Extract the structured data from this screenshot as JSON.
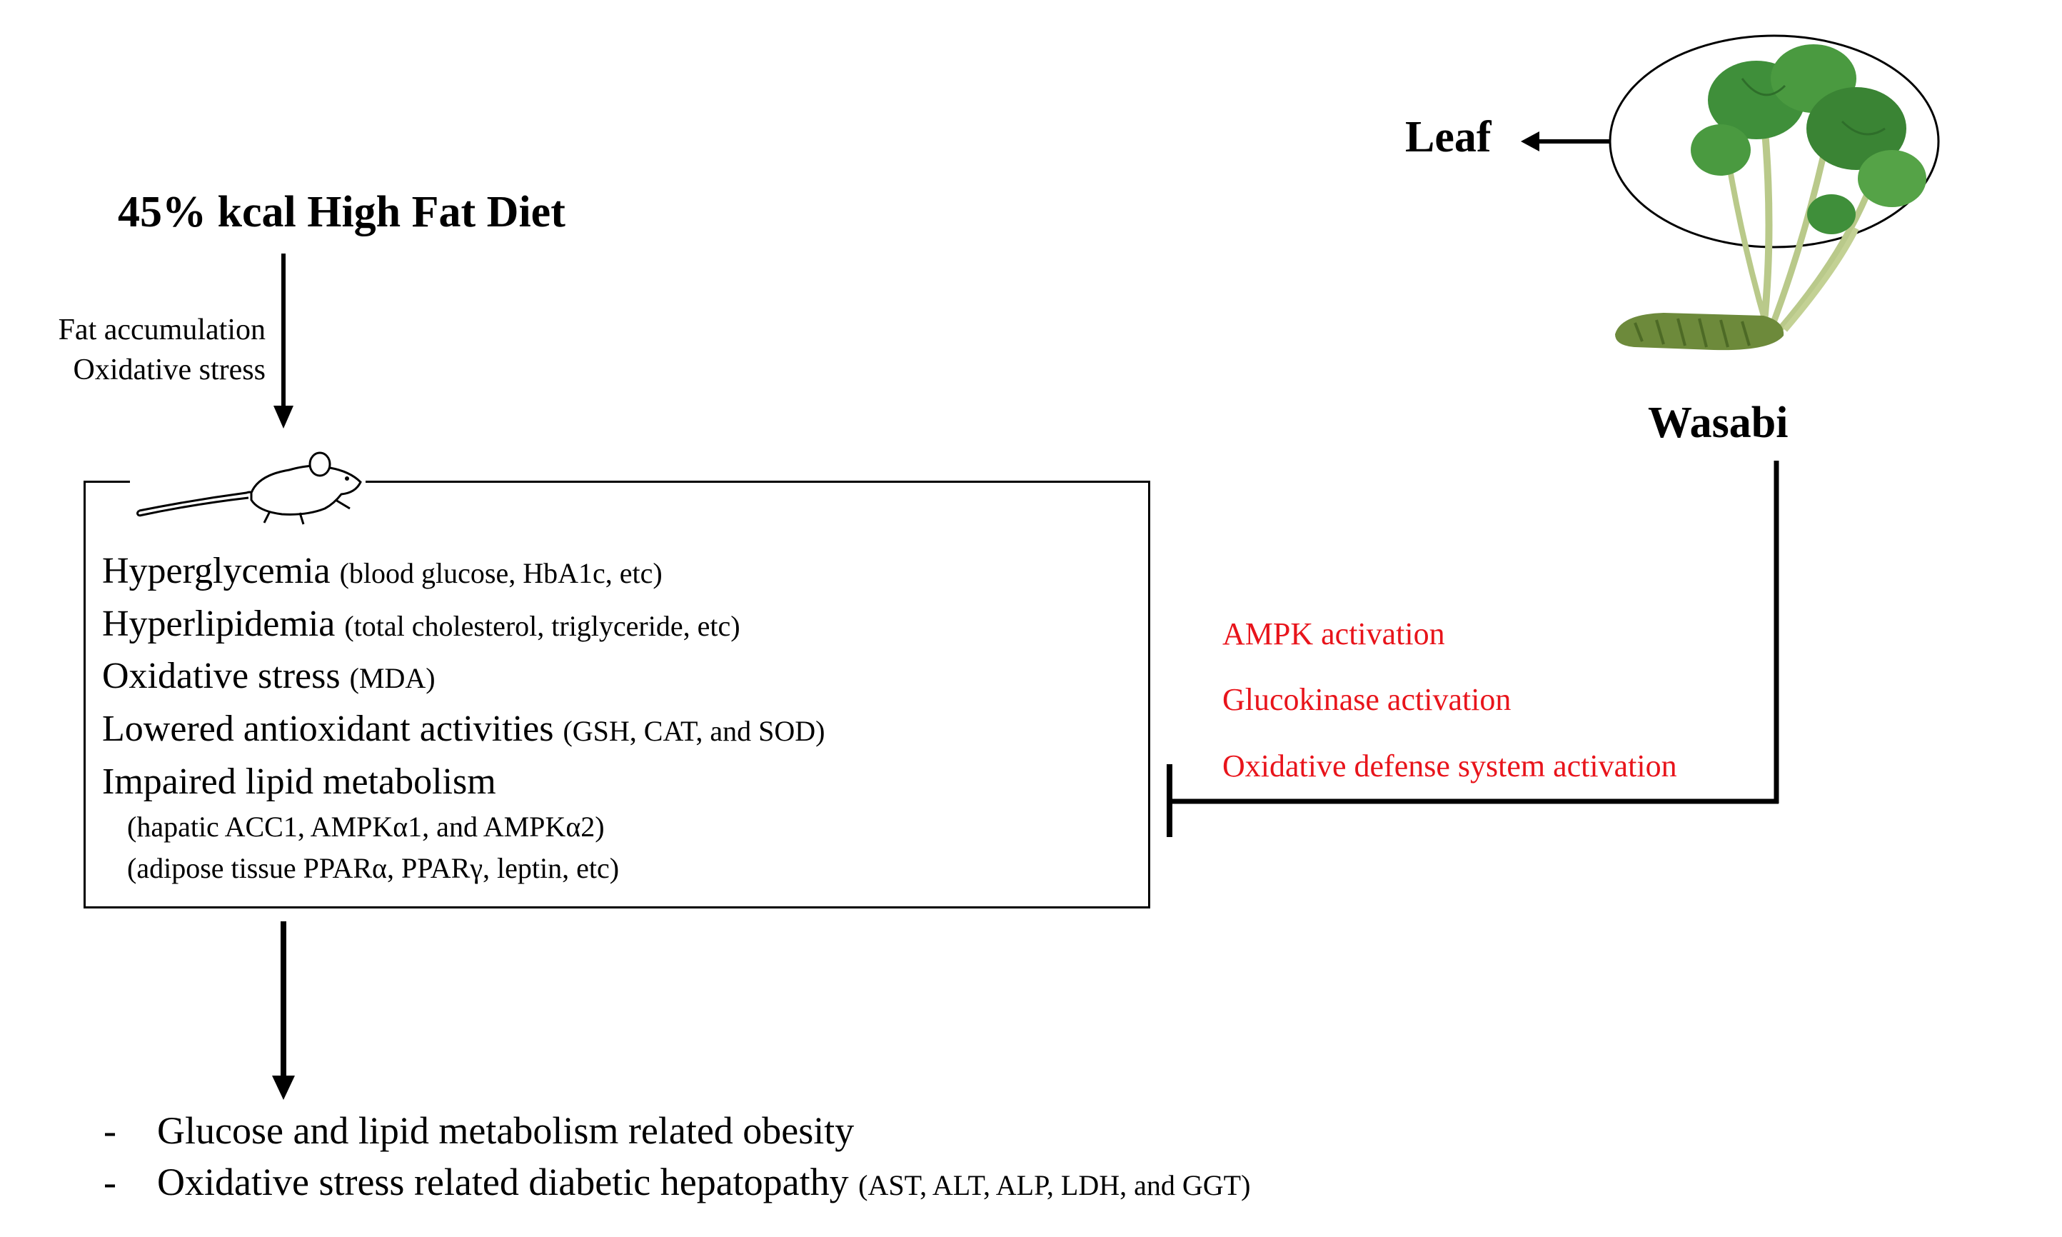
{
  "diet": {
    "title": "45% kcal High Fat Diet",
    "effects": [
      "Fat accumulation",
      "Oxidative stress"
    ]
  },
  "plant": {
    "leaf_label": "Leaf",
    "name": "Wasabi"
  },
  "mechanisms": [
    "AMPK activation",
    "Glucokinase activation",
    "Oxidative defense system activation"
  ],
  "conditions": [
    {
      "label": "Hyperglycemia",
      "detail": "(blood glucose, HbA1c, etc)"
    },
    {
      "label": "Hyperlipidemia",
      "detail": "(total cholesterol, triglyceride, etc)"
    },
    {
      "label": "Oxidative stress",
      "detail": "(MDA)"
    },
    {
      "label": "Lowered antioxidant activities",
      "detail": "(GSH, CAT, and SOD)"
    },
    {
      "label": "Impaired lipid metabolism",
      "detail": ""
    }
  ],
  "lipid_details": [
    "(hapatic ACC1, AMPKα1, and AMPKα2)",
    "(adipose tissue PPARα, PPARγ, leptin, etc)"
  ],
  "outcomes": [
    {
      "bullet": "-",
      "label": "Glucose and lipid metabolism related obesity",
      "detail": ""
    },
    {
      "bullet": "-",
      "label": "Oxidative stress related diabetic hepatopathy",
      "detail": "(AST, ALT, ALP, LDH, and GGT)"
    }
  ],
  "colors": {
    "mechanism_text": "#e8141b",
    "leaf": "#3f8f3a",
    "rhizome": "#6d8a3b"
  }
}
